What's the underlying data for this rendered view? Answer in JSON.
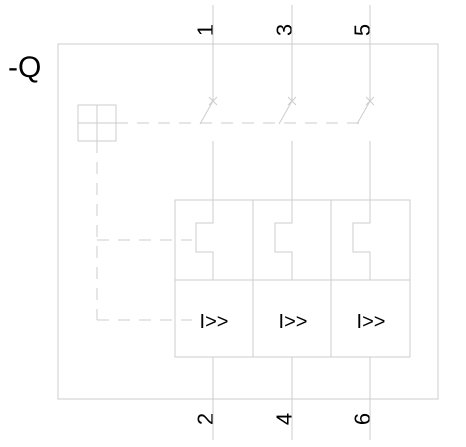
{
  "device": {
    "tag": "-Q"
  },
  "terminals": {
    "top": [
      "1",
      "3",
      "5"
    ],
    "bottom": [
      "2",
      "4",
      "6"
    ]
  },
  "poles": [
    {
      "trip_label": "I>>"
    },
    {
      "trip_label": "I>>"
    },
    {
      "trip_label": "I>>"
    }
  ],
  "colors": {
    "line": "#000000",
    "frame": "#cccccc",
    "text": "#000000"
  }
}
